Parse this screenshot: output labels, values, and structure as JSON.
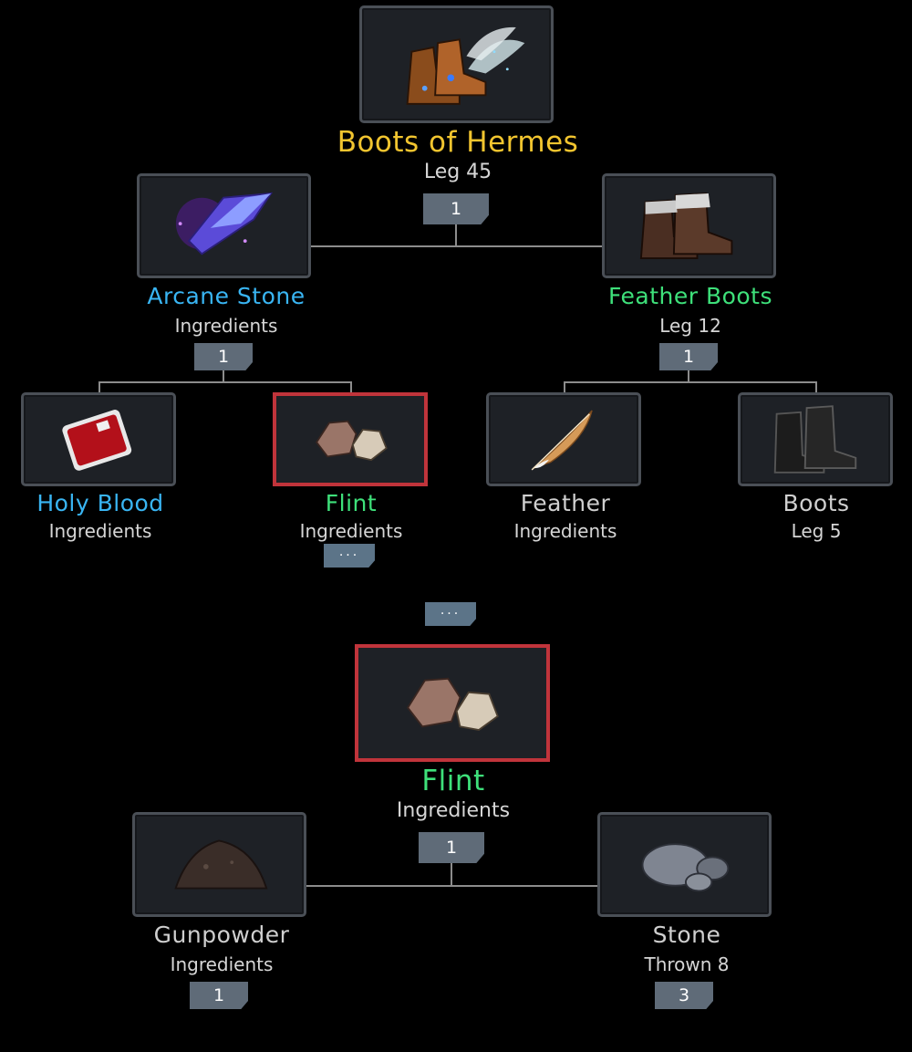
{
  "colors": {
    "legendary": "#f2c52f",
    "rare": "#39b5f3",
    "uncommon": "#3ee07a",
    "common": "#cfcfcf",
    "selected_border": "#c0343b",
    "slot_bg": "#1e2126",
    "badge_bg": "#5f6b78"
  },
  "top_tree": {
    "root": {
      "name": "Boots of Hermes",
      "sub": "Leg 45",
      "count": "1",
      "icon": "winged-boots-icon"
    },
    "left": {
      "name": "Arcane Stone",
      "sub": "Ingredients",
      "count": "1",
      "icon": "crystal-icon",
      "children": [
        {
          "name": "Holy Blood",
          "sub": "Ingredients",
          "icon": "blood-bag-icon"
        },
        {
          "name": "Flint",
          "sub": "Ingredients",
          "more": "···",
          "icon": "flint-icon"
        }
      ]
    },
    "right": {
      "name": "Feather Boots",
      "sub": "Leg 12",
      "count": "1",
      "icon": "feather-boots-icon",
      "children": [
        {
          "name": "Feather",
          "sub": "Ingredients",
          "icon": "feather-icon"
        },
        {
          "name": "Boots",
          "sub": "Leg 5",
          "icon": "boots-icon"
        }
      ]
    }
  },
  "divider_more": "···",
  "bottom_tree": {
    "root": {
      "name": "Flint",
      "sub": "Ingredients",
      "count": "1",
      "icon": "flint-icon"
    },
    "children": [
      {
        "name": "Gunpowder",
        "sub": "Ingredients",
        "count": "1",
        "icon": "gunpowder-icon"
      },
      {
        "name": "Stone",
        "sub": "Thrown 8",
        "count": "3",
        "icon": "stone-icon"
      }
    ]
  }
}
